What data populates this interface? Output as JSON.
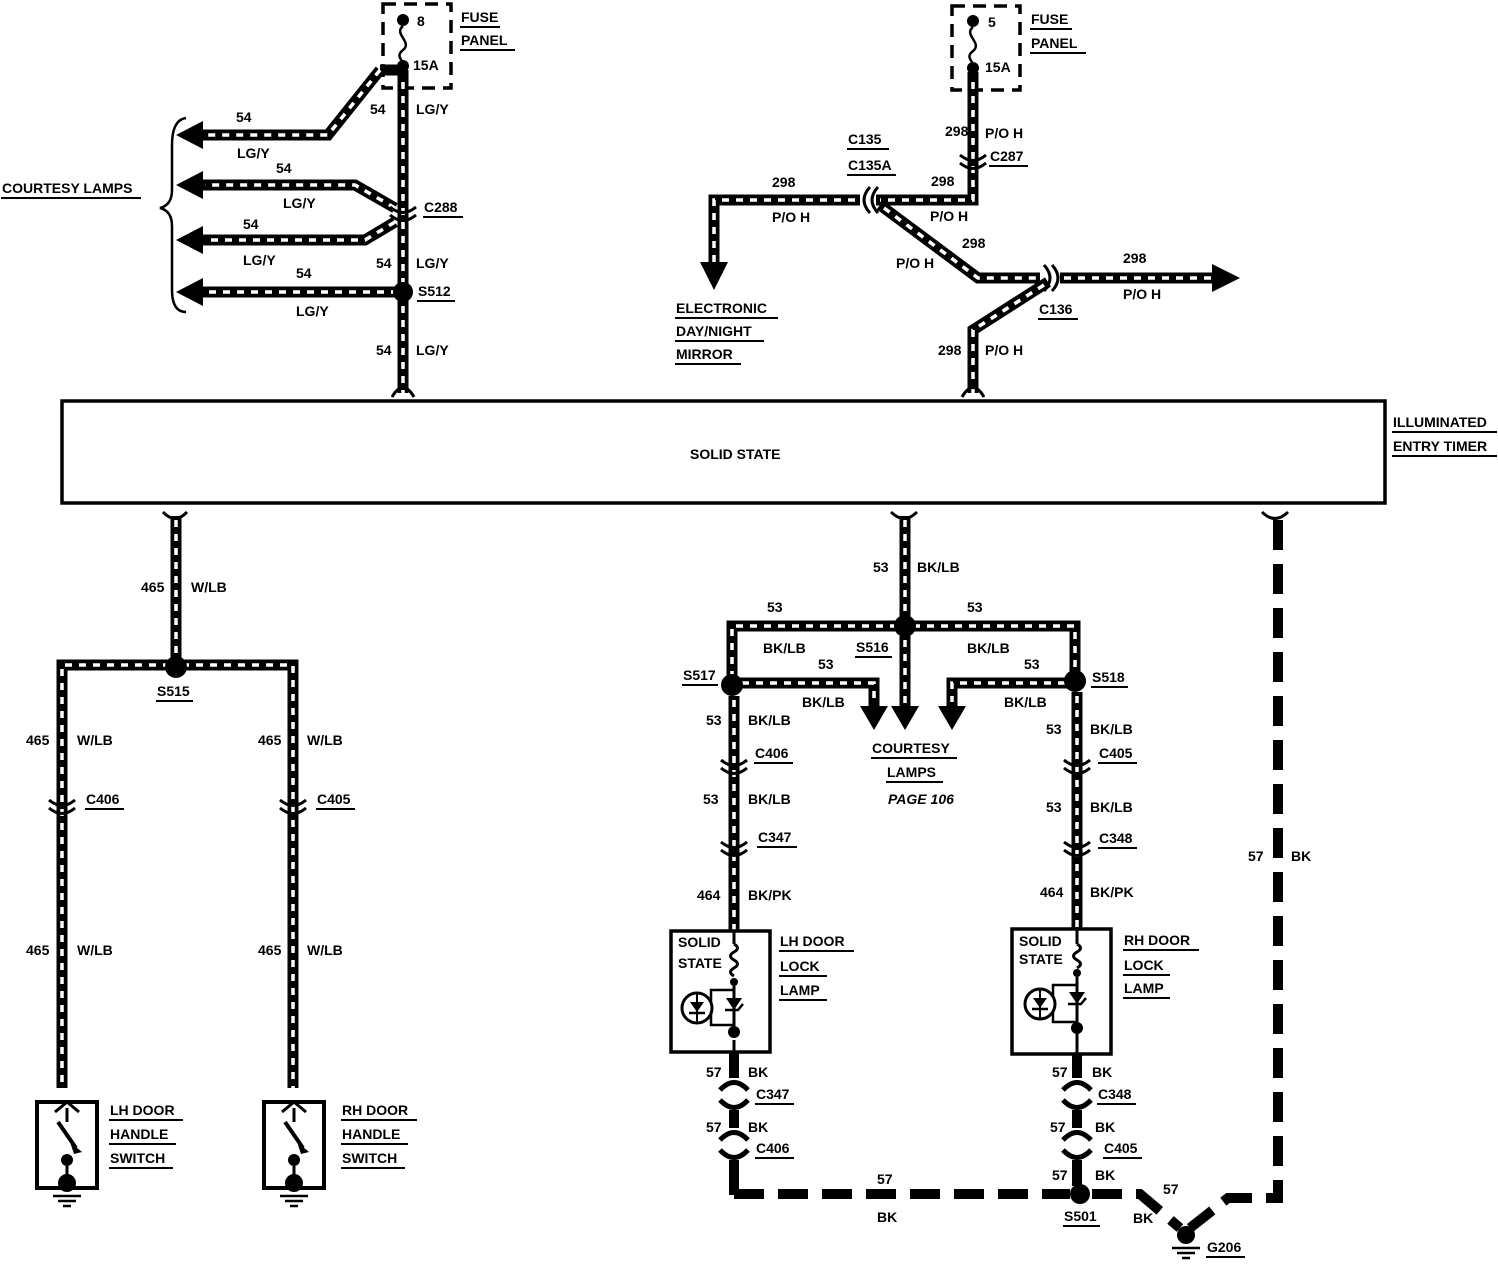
{
  "fuse_left": {
    "number": "8",
    "rating": "15A",
    "label_line1": "FUSE",
    "label_line2": "PANEL"
  },
  "fuse_right": {
    "number": "5",
    "rating": "15A",
    "label_line1": "FUSE",
    "label_line2": "PANEL"
  },
  "courtesy_lamps_label": "COURTESY LAMPS",
  "circuits": {
    "c54": "54",
    "lgy": "LG/Y",
    "c298": "298",
    "poh": "P/O H",
    "c465": "465",
    "wlb": "W/LB",
    "c53": "53",
    "bklb": "BK/LB",
    "c464": "464",
    "bkpk": "BK/PK",
    "c57": "57",
    "bk": "BK"
  },
  "connectors": {
    "c288": "C288",
    "s512": "S512",
    "c287": "C287",
    "c135": "C135",
    "c135a": "C135A",
    "c136": "C136",
    "s515": "S515",
    "c406": "C406",
    "c405": "C405",
    "s516": "S516",
    "s517": "S517",
    "s518": "S518",
    "c347": "C347",
    "c348": "C348",
    "s501": "S501",
    "g206": "G206"
  },
  "mirror": {
    "line1": "ELECTRONIC",
    "line2": "DAY/NIGHT",
    "line3": "MIRROR"
  },
  "module": {
    "inner": "SOLID STATE",
    "name_line1": "ILLUMINATED",
    "name_line2": "ENTRY TIMER"
  },
  "courtesy_ref": {
    "line1": "COURTESY",
    "line2": "LAMPS",
    "line3": "PAGE 106"
  },
  "lh_lock": {
    "solid1": "SOLID",
    "solid2": "STATE",
    "name1": "LH DOOR",
    "name2": "LOCK",
    "name3": "LAMP"
  },
  "rh_lock": {
    "solid1": "SOLID",
    "solid2": "STATE",
    "name1": "RH DOOR",
    "name2": "LOCK",
    "name3": "LAMP"
  },
  "lh_switch": {
    "line1": "LH DOOR",
    "line2": "HANDLE",
    "line3": "SWITCH"
  },
  "rh_switch": {
    "line1": "RH DOOR",
    "line2": "HANDLE",
    "line3": "SWITCH"
  }
}
